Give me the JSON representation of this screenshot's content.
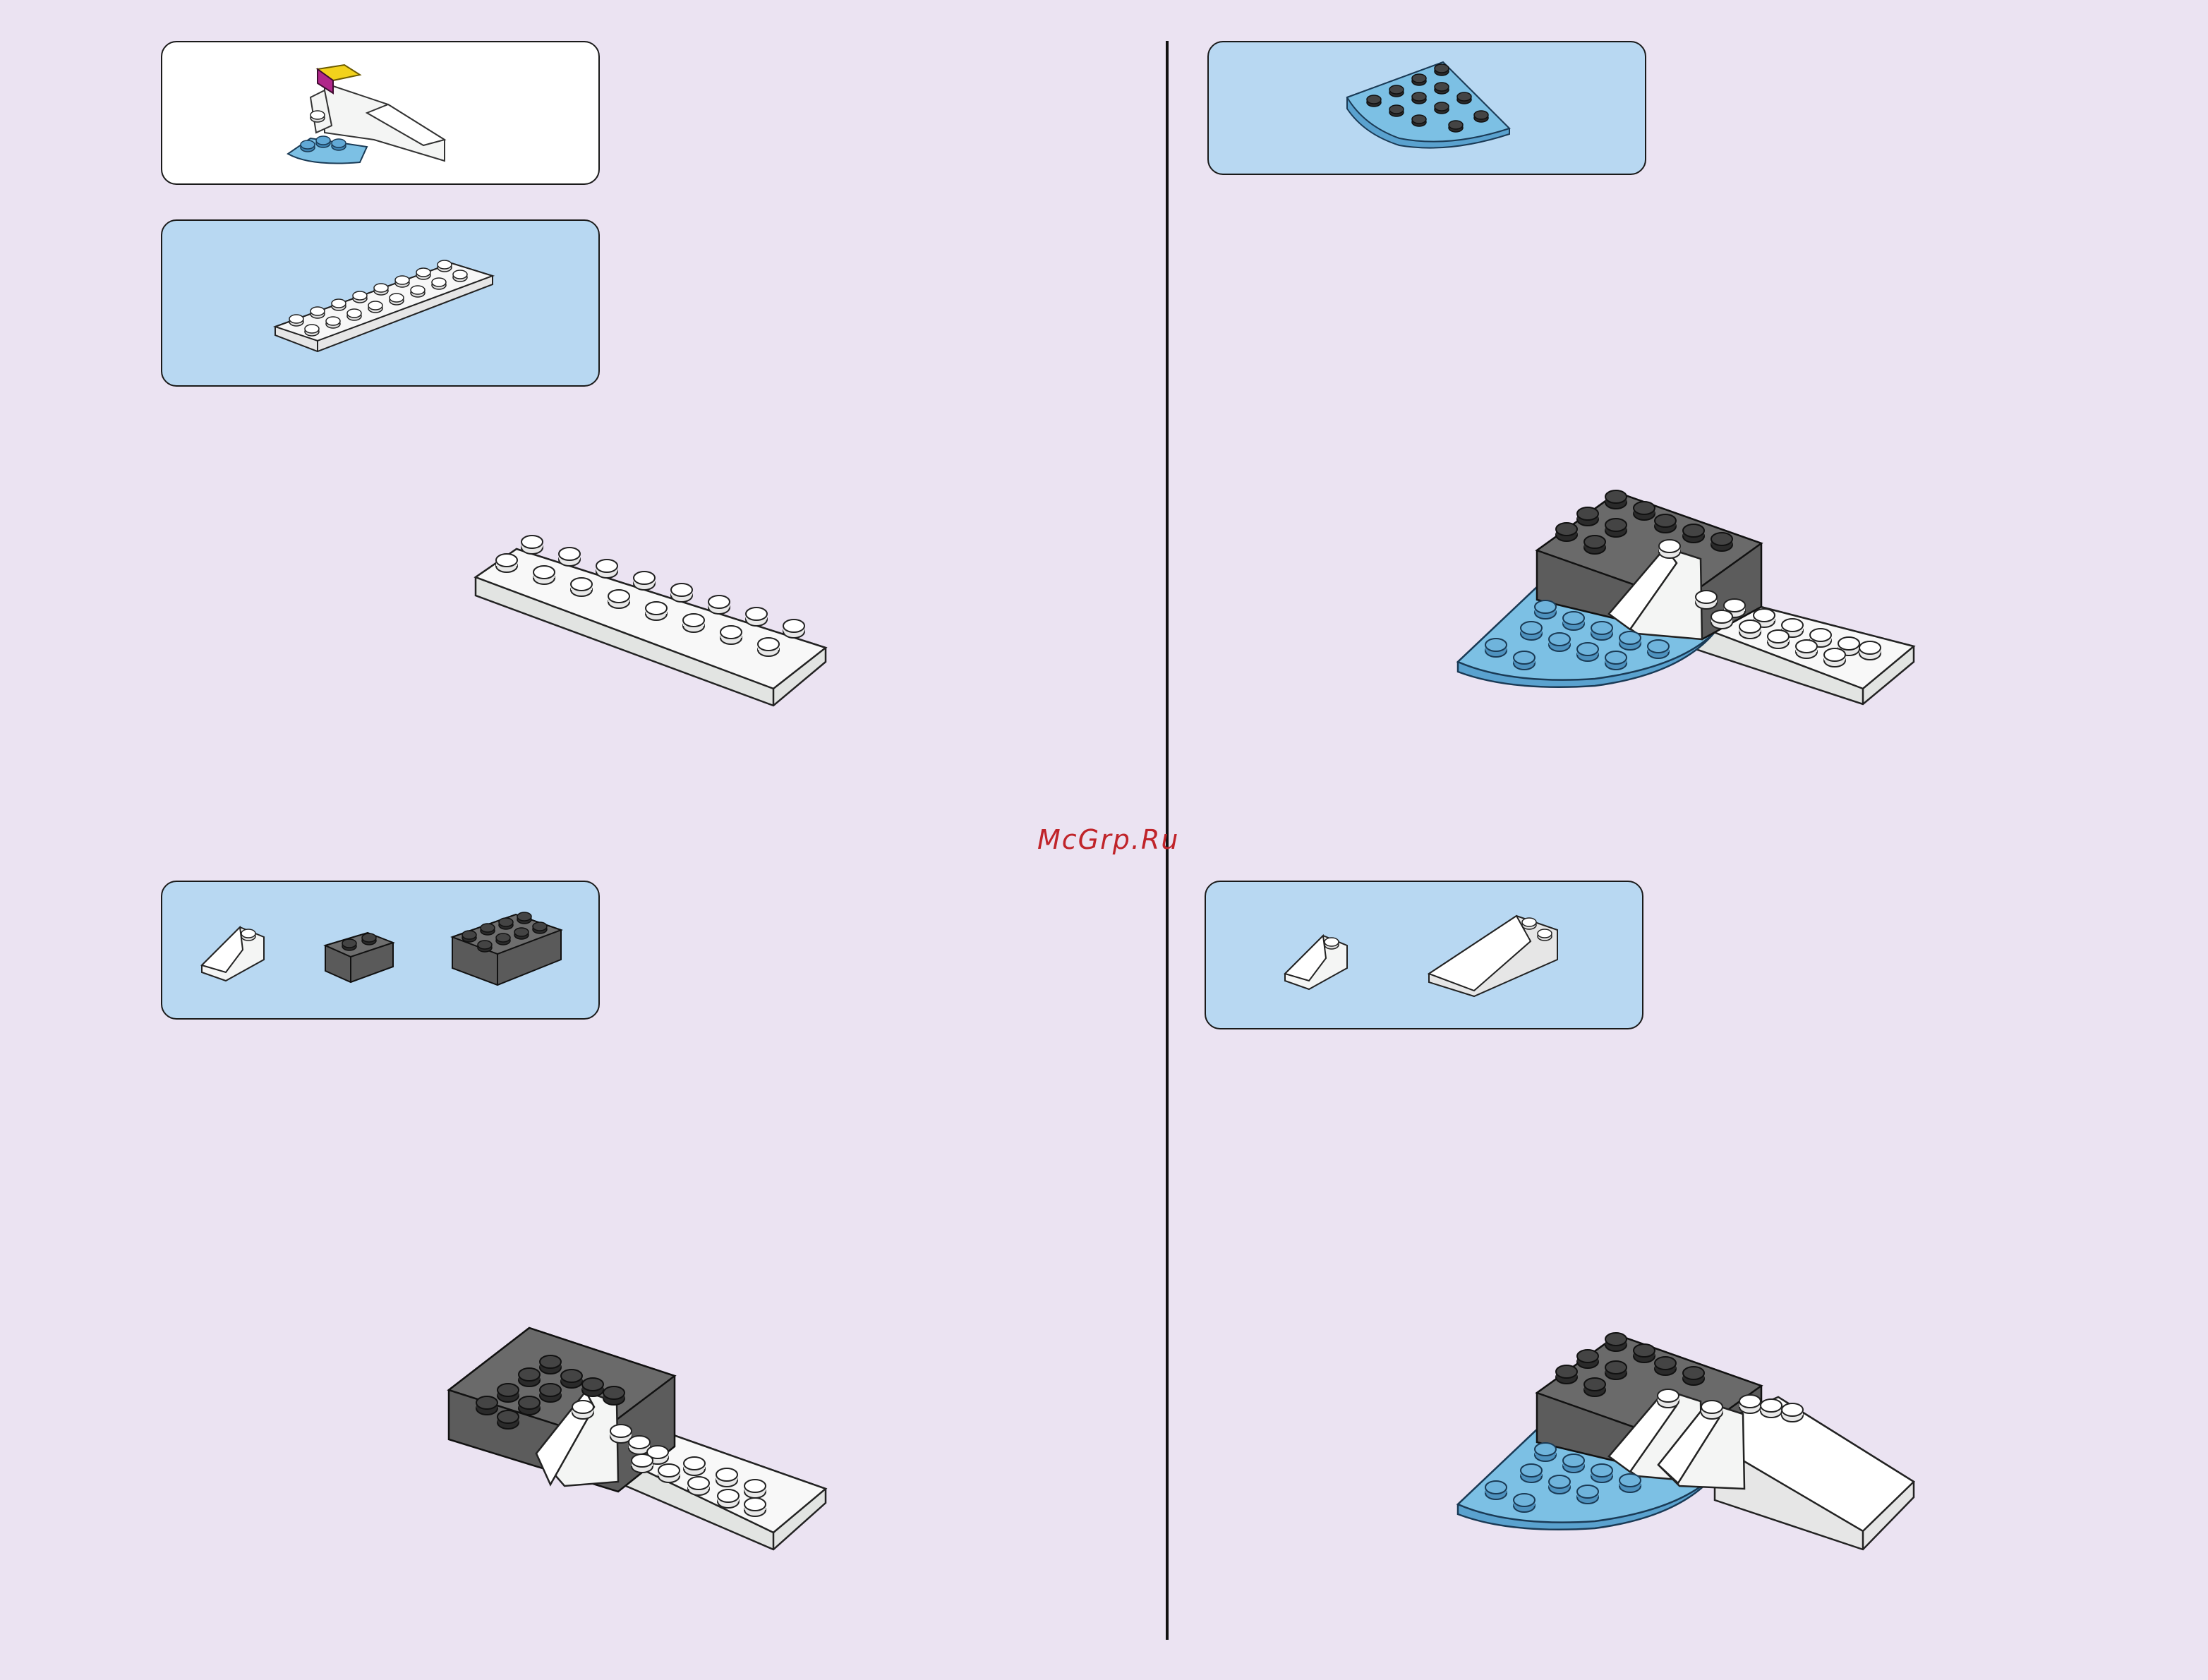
{
  "watermark": "McGrp.Ru",
  "colors": {
    "background": "#ebe3f2",
    "callout_blue": "#b8d8f2",
    "brick_dark": "#5a5a5a",
    "brick_white": "#f4f5f4",
    "brick_light_blue": "#7cc0e4",
    "brick_yellow": "#f2d21c",
    "brick_magenta": "#b0278a"
  },
  "steps": [
    {
      "id": "submodel-overview",
      "parts": [
        "completed-submodel"
      ]
    },
    {
      "id": "step-left-1",
      "parts": [
        "plate-2x8-white"
      ]
    },
    {
      "id": "step-left-2",
      "parts": [
        "slope-2x1-white",
        "brick-1x2-dark-grey",
        "brick-2x4-dark-grey"
      ]
    },
    {
      "id": "step-right-1",
      "parts": [
        "wedge-plate-quarter-round-light-blue"
      ]
    },
    {
      "id": "step-right-2",
      "parts": [
        "slope-2x1-white",
        "slope-2x4-white"
      ]
    }
  ]
}
